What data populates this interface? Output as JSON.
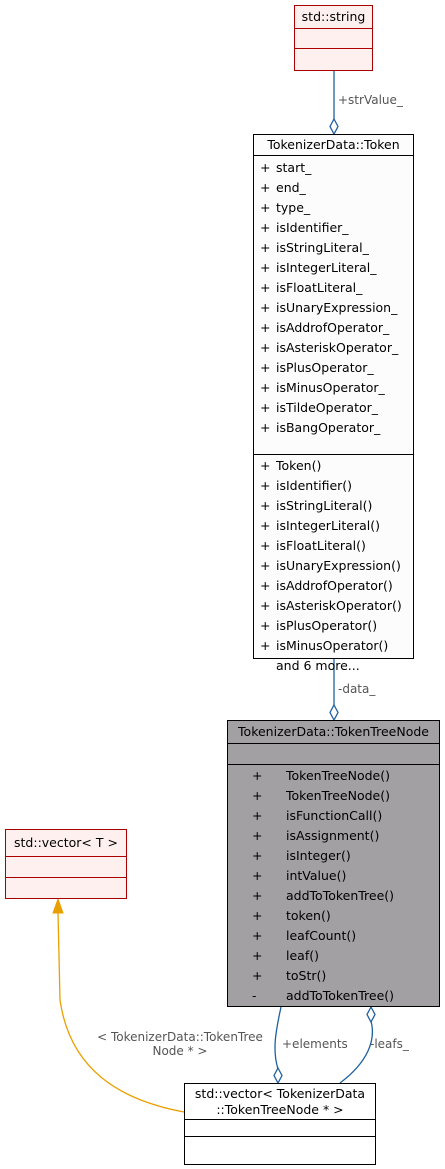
{
  "classes": {
    "string": {
      "title": "std::string"
    },
    "token": {
      "title": "TokenizerData::Token",
      "attributes": [
        {
          "vis": "+",
          "name": "start_"
        },
        {
          "vis": "+",
          "name": "end_"
        },
        {
          "vis": "+",
          "name": "type_"
        },
        {
          "vis": "+",
          "name": "isIdentifier_"
        },
        {
          "vis": "+",
          "name": "isStringLiteral_"
        },
        {
          "vis": "+",
          "name": "isIntegerLiteral_"
        },
        {
          "vis": "+",
          "name": "isFloatLiteral_"
        },
        {
          "vis": "+",
          "name": "isUnaryExpression_"
        },
        {
          "vis": "+",
          "name": "isAddrofOperator_"
        },
        {
          "vis": "+",
          "name": "isAsteriskOperator_"
        },
        {
          "vis": "+",
          "name": "isPlusOperator_"
        },
        {
          "vis": "+",
          "name": "isMinusOperator_"
        },
        {
          "vis": "+",
          "name": "isTildeOperator_"
        },
        {
          "vis": "+",
          "name": "isBangOperator_"
        }
      ],
      "operations": [
        {
          "vis": "+",
          "name": "Token()"
        },
        {
          "vis": "+",
          "name": "isIdentifier()"
        },
        {
          "vis": "+",
          "name": "isStringLiteral()"
        },
        {
          "vis": "+",
          "name": "isIntegerLiteral()"
        },
        {
          "vis": "+",
          "name": "isFloatLiteral()"
        },
        {
          "vis": "+",
          "name": "isUnaryExpression()"
        },
        {
          "vis": "+",
          "name": "isAddrofOperator()"
        },
        {
          "vis": "+",
          "name": "isAsteriskOperator()"
        },
        {
          "vis": "+",
          "name": "isPlusOperator()"
        },
        {
          "vis": "+",
          "name": "isMinusOperator()"
        },
        {
          "vis": "",
          "name": "and 6 more..."
        }
      ]
    },
    "token_tree_node": {
      "title": "TokenizerData::TokenTreeNode",
      "operations": [
        {
          "vis": "+",
          "name": "TokenTreeNode()"
        },
        {
          "vis": "+",
          "name": "TokenTreeNode()"
        },
        {
          "vis": "+",
          "name": "isFunctionCall()"
        },
        {
          "vis": "+",
          "name": "isAssignment()"
        },
        {
          "vis": "+",
          "name": "isInteger()"
        },
        {
          "vis": "+",
          "name": "intValue()"
        },
        {
          "vis": "+",
          "name": "addToTokenTree()"
        },
        {
          "vis": "+",
          "name": "token()"
        },
        {
          "vis": "+",
          "name": "leafCount()"
        },
        {
          "vis": "+",
          "name": "leaf()"
        },
        {
          "vis": "+",
          "name": "toStr()"
        },
        {
          "vis": "-",
          "name": "addToTokenTree()"
        }
      ]
    },
    "vector_t": {
      "title": "std::vector< T >"
    },
    "vector_node": {
      "title_line1": "std::vector< TokenizerData",
      "title_line2": "::TokenTreeNode * >"
    }
  },
  "edges": {
    "str_value": "+strValue_",
    "data": "-data_",
    "template_arg_line1": "< TokenizerData::TokenTree",
    "template_arg_line2": "Node * >",
    "elements": "+elements",
    "leafs": "-leafs_"
  },
  "colors": {
    "edge_blue": "#1f5fa0",
    "edge_orange": "#e8a000",
    "std_border": "#aa0000",
    "std_fill": "#fff0f0",
    "selected_fill": "#a2a0a3"
  }
}
